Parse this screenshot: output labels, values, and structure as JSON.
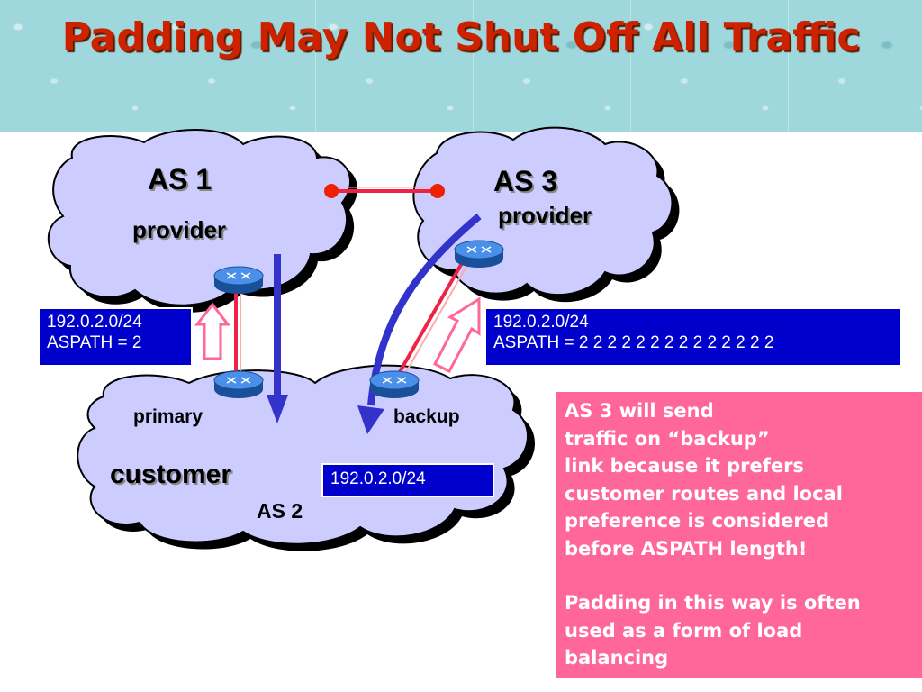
{
  "title": "Padding May Not Shut Off All Traffic",
  "clouds": {
    "as1": {
      "name": "AS 1",
      "role": "provider"
    },
    "as3": {
      "name": "AS 3",
      "role": "provider"
    },
    "as2": {
      "role": "customer",
      "name": "AS 2"
    }
  },
  "links": {
    "primary": "primary",
    "backup": "backup"
  },
  "announcements": {
    "left": {
      "prefix": "192.0.2.0/24",
      "aspath": "ASPATH = 2"
    },
    "right": {
      "prefix": "192.0.2.0/24",
      "aspath": "ASPATH = 2 2 2 2 2 2 2 2 2 2 2 2 2 2"
    },
    "customer": {
      "prefix": "192.0.2.0/24"
    }
  },
  "note": {
    "lines": [
      "AS 3 will send",
      "traffic on “backup”",
      "link because it prefers",
      "customer routes and local",
      "preference is considered",
      "before ASPATH length!"
    ],
    "lines2": [
      "Padding in this way is often",
      "used as a form of load",
      "balancing"
    ]
  },
  "colors": {
    "cloud": "#ccccff",
    "router": "#3377dd",
    "arrow_blue": "#3333cc",
    "link_red": "#ee2244",
    "arrow_pink": "#ff6699",
    "note_bg": "#ff6699",
    "box_bg": "#0000cc",
    "title": "#cc2200"
  }
}
